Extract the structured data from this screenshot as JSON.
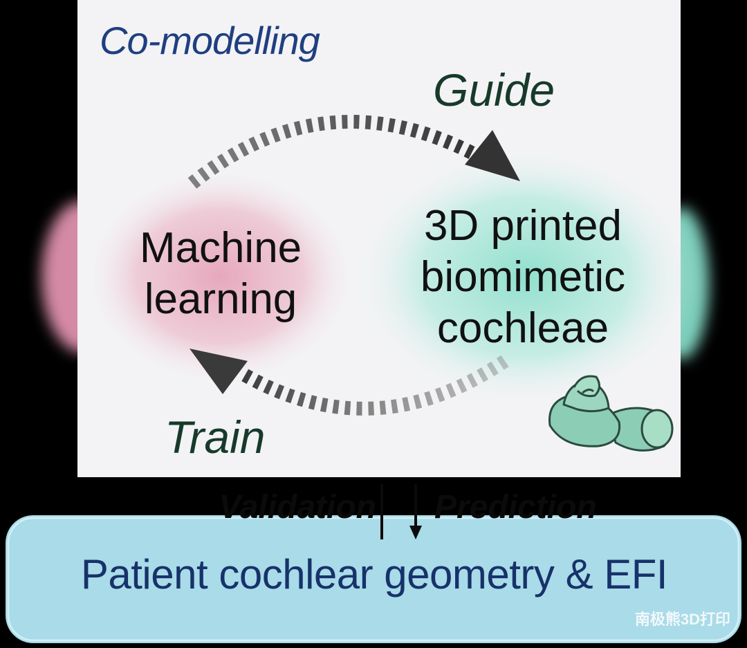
{
  "title": "Co-modelling",
  "guide_label": "Guide",
  "train_label": "Train",
  "machine_learning": {
    "line1": "Machine",
    "line2": "learning"
  },
  "printed_cochleae": {
    "line1": "3D printed",
    "line2": "biomimetic",
    "line3": "cochleae"
  },
  "validation_label": "Validation",
  "prediction_label": "Prediction",
  "patient_box": "Patient cochlear geometry & EFI",
  "watermark": "南极熊3D打印",
  "colors": {
    "background": "#000000",
    "panel": "#f3f3f5",
    "title_blue": "#1f3f80",
    "label_green": "#173a2a",
    "ml_blob": "#e8a9bd",
    "cochlea_blob": "#8fe0cc",
    "patient_box": "#a9dbe8",
    "arrow_gray": "#4a4a4a",
    "cochlea_fill": "#8ccdb5"
  },
  "icons": [
    "dashed-arrow-top",
    "dashed-arrow-bottom",
    "cochlea-icon",
    "up-arrow-icon",
    "down-arrow-icon"
  ]
}
